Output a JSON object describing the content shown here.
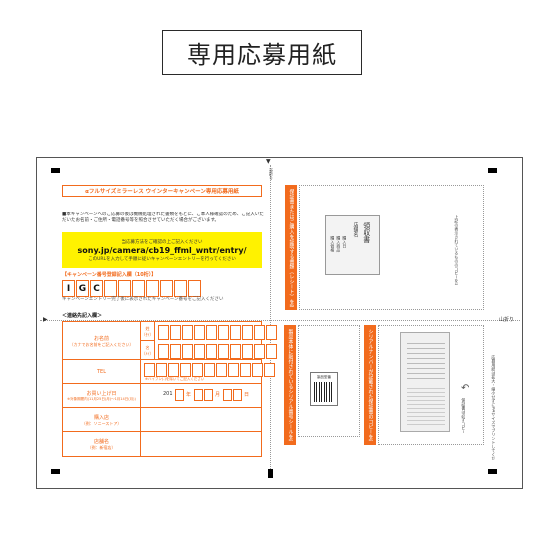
{
  "header": {
    "title": "専用応募用紙"
  },
  "campaign": {
    "title": "αフルサイズミラーレス ウインターキャンペーン専用応募用紙",
    "intro": "■本キャンペーンへのご応募の後は機械処理された書類をもとに、ご本人様確認のため、ご記入いただいたお名前・ご住所・電話番号等を照合させていただく場合がございます。",
    "banner_top": "当応募方法をご確認の上ご記入ください",
    "url": "sony.jp/camera/cb19_ffml_wntr/entry/",
    "banner_bottom": "このURLを入力して手順に従いキャンペーンエントリーを行ってください",
    "entry_label": "【キャンペーン番号登録記入欄（10桁）】",
    "entry_prefix": [
      "I",
      "G",
      "C"
    ],
    "entry_note": "キャンペーンエントリー完了後に表示されたキャンペーン番号をご記入ください",
    "contact_label": "＜連絡先記入欄＞"
  },
  "form": {
    "name_label": "お名前",
    "name_sub": "（カナでお名前をご記入ください）",
    "sei": "姓",
    "sei_kana": "（ｾｲ）",
    "mei": "名",
    "mei_kana": "（ﾒｲ）",
    "tel_label": "TEL",
    "tel_note": "※ハイフン(-)を除いてご記入ください",
    "date_label": "お買い上げ日",
    "date_sub": "※対象期間内(11月25日(月)～1月14日(月))",
    "year_prefix": "201",
    "year": "年",
    "month": "月",
    "day": "日",
    "store_label": "購入店",
    "store_sub": "（例：ソニーストア）",
    "shop_label": "店舗名",
    "shop_sub": "（例：新宿店）"
  },
  "side_panels": {
    "panel1_text": "保証書またはご購入を証明する書類（レシート）を貼付してください",
    "receipt_title": "領収書",
    "receipt_sub": "店舗名",
    "receipt_l1": "購入日",
    "receipt_l2": "購入商品",
    "receipt_l3": "購入価格",
    "receipt_note": "上記の表示されているもののコピーをお送りください",
    "panel2_text": "製品本体に貼付されているシリアル番号シールを貼付してください",
    "barcode_label": "製品型番",
    "panel3_text": "シリアルナンバーが記載された保証書のコピーを貼付してください",
    "warranty_note": "保証書は必ずコピーしてください",
    "fold_label": "山折り",
    "valley_label": "谷折り",
    "right_edge_note": "応募用紙は拡大・縮小せずにA4サイズでプリントしてください"
  }
}
